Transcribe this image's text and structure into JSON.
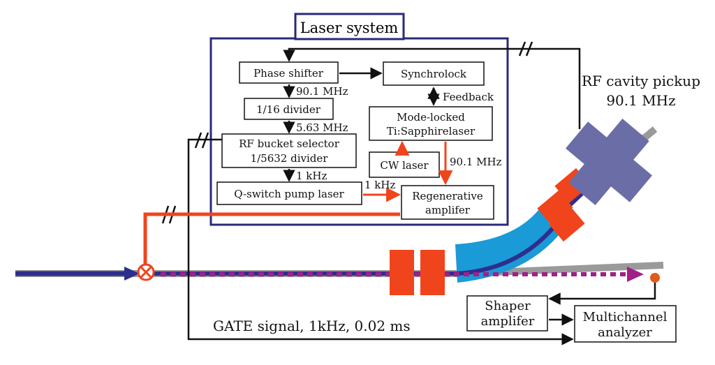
{
  "laser_system": {
    "title": "Laser system"
  },
  "blocks": {
    "phase_shifter": "Phase shifter",
    "synchrolock": "Synchrolock",
    "divider_116": "1/16 divider",
    "rf_bucket_line1": "RF bucket selector",
    "rf_bucket_line2": "1/5632 divider",
    "qswitch": "Q-switch pump laser",
    "mode_locked_line1": "Mode-locked",
    "mode_locked_line2": "Ti:Sapphirelaser",
    "cw_laser": "CW laser",
    "regen_line1": "Regenerative",
    "regen_line2": "amplifer",
    "shaper_line1": "Shaper",
    "shaper_line2": "amplifer",
    "mca_line1": "Multichannel",
    "mca_line2": "analyzer"
  },
  "labels": {
    "freq_901_a": "90.1 MHz",
    "freq_563": "5.63 MHz",
    "freq_1khz_a": "1 kHz",
    "freq_1khz_b": "1 kHz",
    "freq_901_b": "90.1 MHz",
    "feedback": "Feedback",
    "rf_pickup_line1": "RF cavity pickup",
    "rf_pickup_line2": "90.1 MHz",
    "gate_signal": "GATE signal, 1kHz, 0.02 ms"
  },
  "colors": {
    "frame": "#2a2a7a",
    "beam": "#2e2e8e",
    "laser": "#f0441c",
    "pipe": "#9a9a9a",
    "magnet_bend": "#1a9ad6",
    "cavity": "#6b6ea6",
    "quad": "#f0441c",
    "dotted": "#a0208a"
  }
}
